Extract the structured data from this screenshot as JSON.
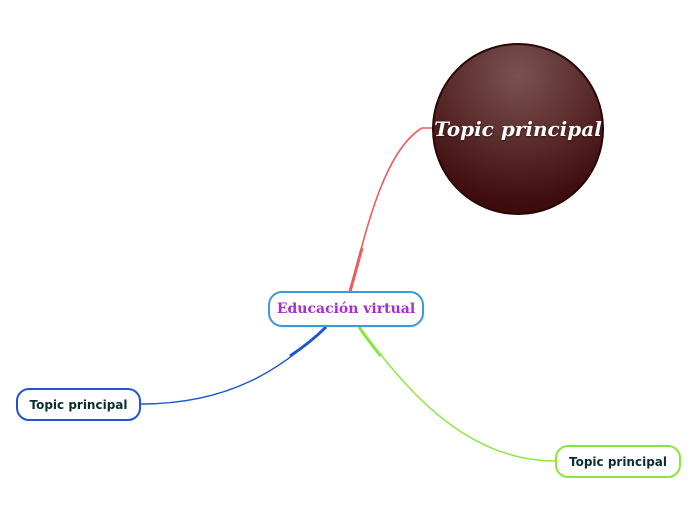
{
  "mindmap": {
    "central": {
      "label": "Educación virtual",
      "text_color": "#a72fd0",
      "border_color": "#3d9ad8"
    },
    "topics": [
      {
        "label": "Topic principal",
        "style": "circle",
        "fill_color": "#4a1616",
        "link_color": "#f05a5a"
      },
      {
        "label": "Topic principal",
        "style": "rounded-box",
        "border_color": "#1e55d6",
        "link_color": "#1e55d6"
      },
      {
        "label": "Topic principal",
        "style": "rounded-box",
        "border_color": "#88e83a",
        "link_color": "#88e83a"
      }
    ]
  }
}
